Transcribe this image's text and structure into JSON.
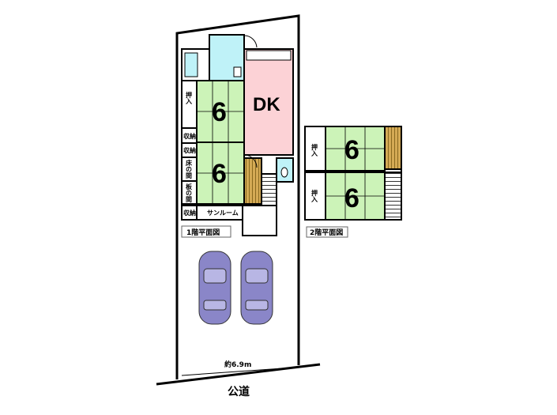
{
  "floor1": {
    "label": "1階平面図",
    "room1_size": "6",
    "room2_size": "6",
    "dk": "DK",
    "oshiire": "押入",
    "storage1": "収納",
    "storage2": "収納",
    "tokonoma": "床の間",
    "itanoma": "板の間",
    "storage3": "収納",
    "sunroom": "サンルーム"
  },
  "floor2": {
    "label": "2階平面図",
    "room1_size": "6",
    "room2_size": "6",
    "oshiire1": "押入",
    "oshiire2": "押入"
  },
  "site": {
    "width_label": "約6.9m",
    "road_label": "公道"
  },
  "colors": {
    "tatami": "#ccf3b8",
    "dk": "#fcd2d6",
    "water": "#bff2f8",
    "wood": "#c8a050",
    "car": "#8a86c8"
  }
}
